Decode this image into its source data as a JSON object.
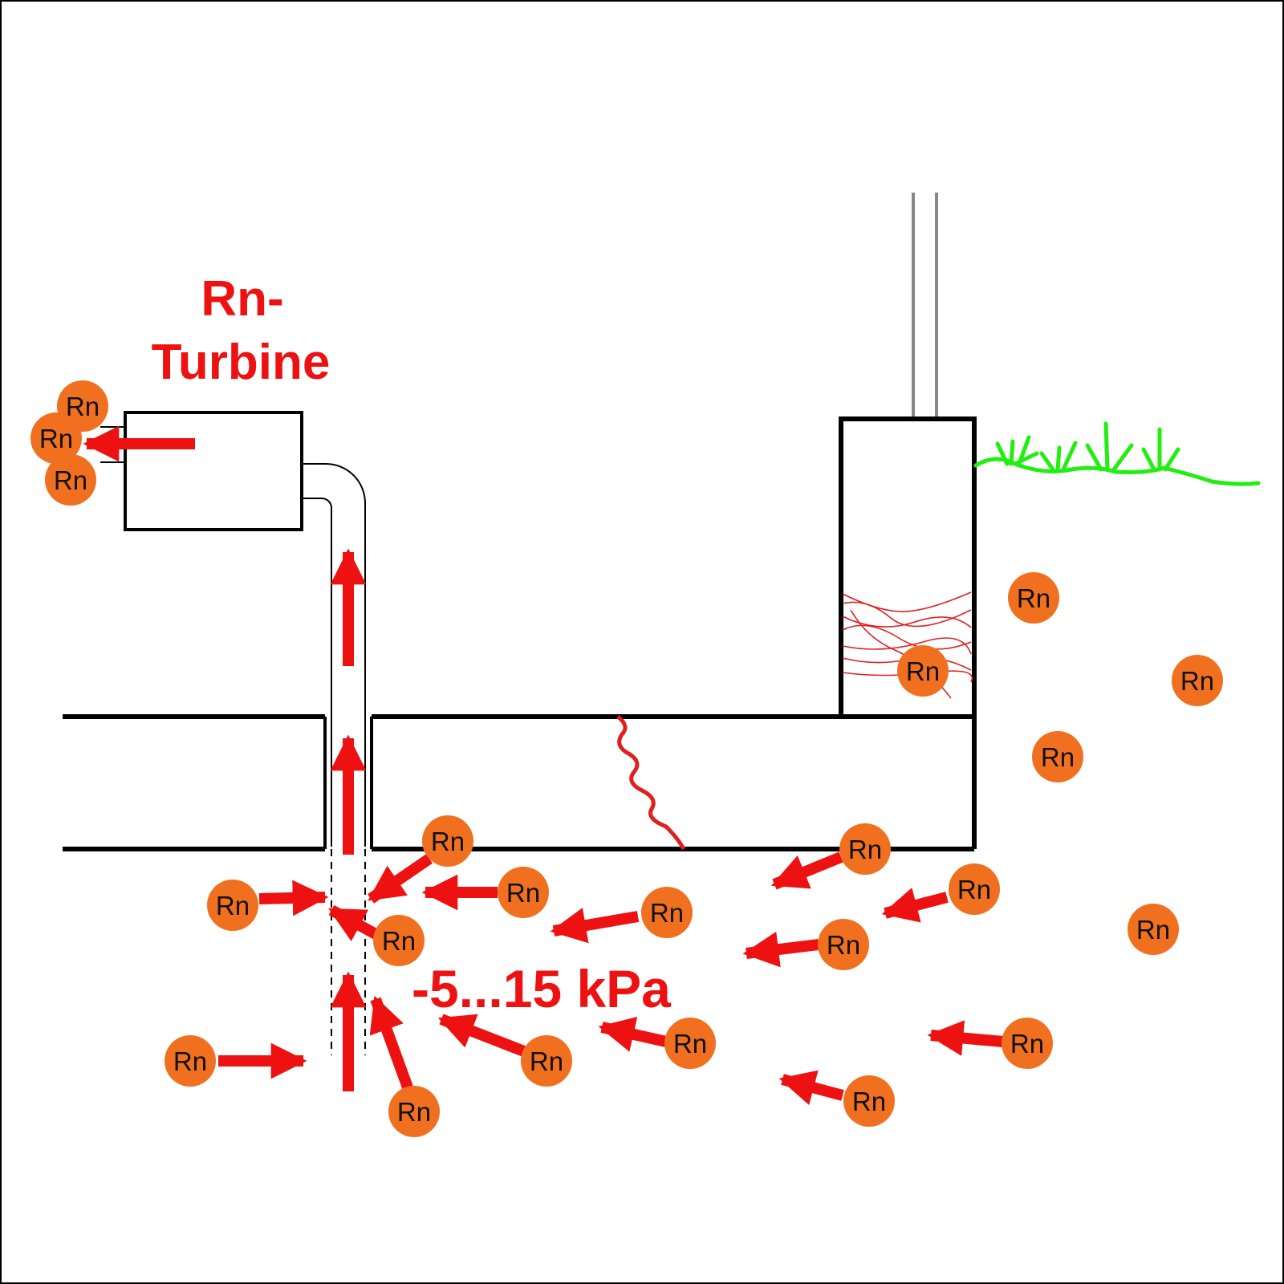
{
  "title": {
    "line1": "Rn-",
    "line2": "Turbine"
  },
  "pressure_label": "-5...15 kPa",
  "particle_label": "Rn",
  "colors": {
    "accent": "#ee1111",
    "particle": "#f07020",
    "structure": "#000000",
    "grass": "#22ee11",
    "gutter": "#888888"
  },
  "icons": [
    "radon-particle",
    "flow-arrow",
    "suction-pipe",
    "turbine-box",
    "chimney",
    "foundation-slab",
    "crack",
    "grass"
  ]
}
